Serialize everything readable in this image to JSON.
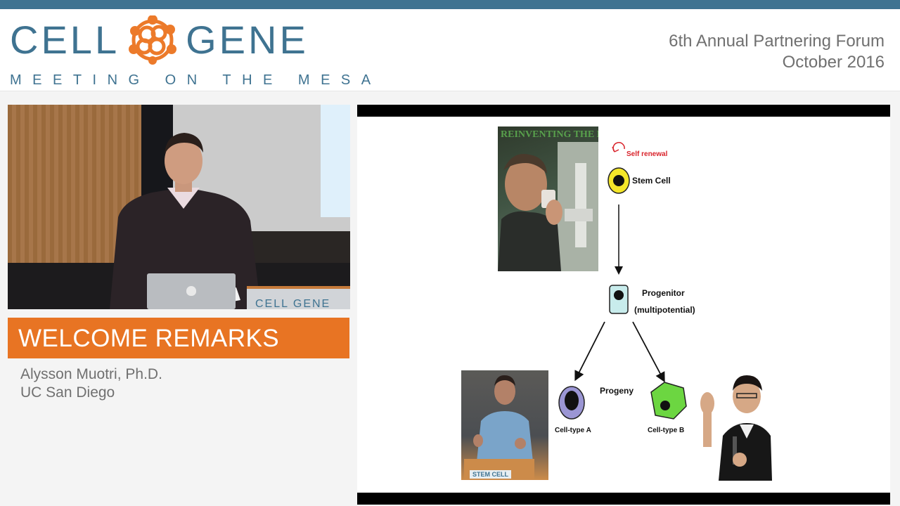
{
  "header": {
    "logo_left": "CELL",
    "logo_right": "GENE",
    "tagline": "MEETING ON THE MESA",
    "forum_line1": "6th Annual Partnering Forum",
    "forum_line2": "October 2016"
  },
  "video": {
    "podium_text": "CELL GENE"
  },
  "session": {
    "title": "WELCOME REMARKS",
    "speaker_name": "Alysson Muotri, Ph.D.",
    "speaker_affiliation": "UC San Diego"
  },
  "slide": {
    "photo_title": "REINVENTING THE BRAIN",
    "self_renewal": "Self renewal",
    "stem_cell": "Stem Cell",
    "progenitor": "Progenitor",
    "multipotential": "(multipotential)",
    "progeny": "Progeny",
    "cell_type_a": "Cell-type A",
    "cell_type_b": "Cell-type B",
    "photo2_label": "STEM CELL"
  },
  "colors": {
    "brand_blue": "#3f7391",
    "accent_orange": "#e87423",
    "stem_cell_yellow": "#f4e629",
    "progenitor_cyan": "#c8ecec",
    "cell_a_purple": "#9b96d4",
    "cell_b_green": "#6cd641",
    "self_renewal_red": "#d9232b"
  }
}
